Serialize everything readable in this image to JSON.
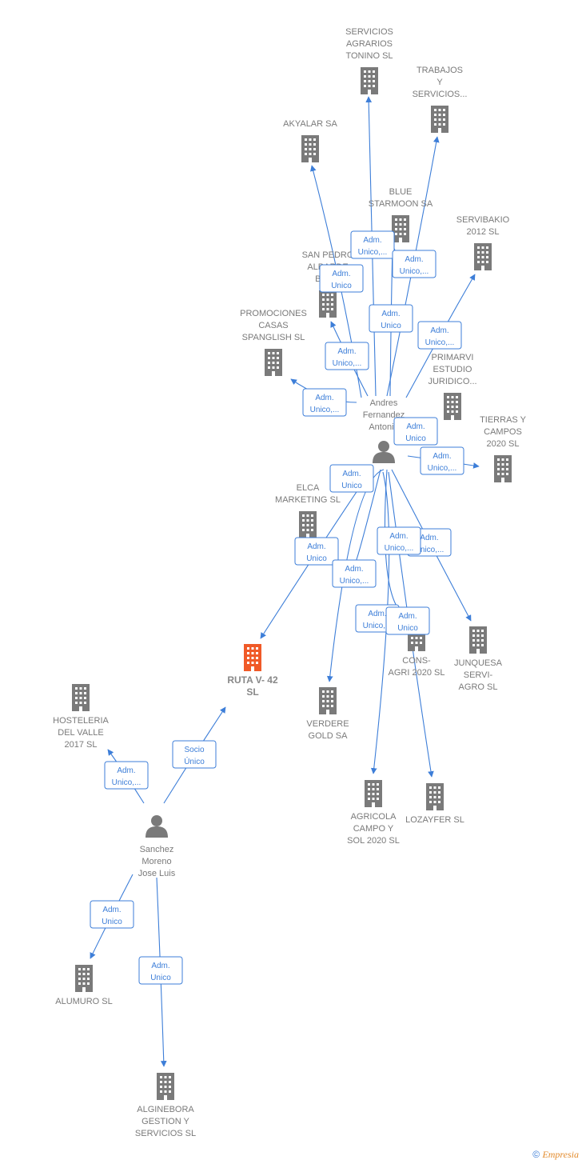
{
  "nodes": [
    {
      "id": "servicios-agrarios",
      "type": "company",
      "label": [
        "SERVICIOS",
        "AGRARIOS",
        "TONINO  SL"
      ]
    },
    {
      "id": "trabajos-servicios",
      "type": "company",
      "label": [
        "TRABAJOS",
        "Y",
        "SERVICIOS..."
      ]
    },
    {
      "id": "akyalar",
      "type": "company",
      "label": [
        "AKYALAR SA"
      ]
    },
    {
      "id": "blue-starmoon",
      "type": "company",
      "label": [
        "BLUE",
        "STARMOON SA"
      ]
    },
    {
      "id": "servibakio",
      "type": "company",
      "label": [
        "SERVIBAKIO",
        "2012 SL"
      ]
    },
    {
      "id": "san-pedro",
      "type": "company",
      "label": [
        "SAN PEDRO",
        "ALBARDE",
        "BAR 2"
      ]
    },
    {
      "id": "promociones-casas",
      "type": "company",
      "label": [
        "PROMOCIONES",
        "CASAS",
        "SPANGLISH SL"
      ]
    },
    {
      "id": "primarvi",
      "type": "company",
      "label": [
        "PRIMARVI",
        "ESTUDIO",
        "JURIDICO..."
      ]
    },
    {
      "id": "andres",
      "type": "person",
      "label": [
        "Andres",
        "Fernandez",
        "Antonio"
      ]
    },
    {
      "id": "tierras-campos",
      "type": "company",
      "label": [
        "TIERRAS Y",
        "CAMPOS",
        "2020  SL"
      ]
    },
    {
      "id": "elca",
      "type": "company",
      "label": [
        "ELCA",
        "MARKETING SL"
      ]
    },
    {
      "id": "ruta",
      "type": "focus",
      "label": [
        "RUTA V- 42",
        "SL"
      ]
    },
    {
      "id": "verdere",
      "type": "company",
      "label": [
        "VERDERE",
        "GOLD SA"
      ]
    },
    {
      "id": "cons-agri",
      "type": "company",
      "label": [
        "CONS-",
        "AGRI 2020  SL"
      ]
    },
    {
      "id": "junquesa",
      "type": "company",
      "label": [
        "JUNQUESA",
        "SERVI-",
        "AGRO  SL"
      ]
    },
    {
      "id": "hosteleria",
      "type": "company",
      "label": [
        "HOSTELERIA",
        "DEL VALLE",
        "2017  SL"
      ]
    },
    {
      "id": "agricola",
      "type": "company",
      "label": [
        "AGRICOLA",
        "CAMPO Y",
        "SOL 2020  SL"
      ]
    },
    {
      "id": "lozayfer",
      "type": "company",
      "label": [
        "LOZAYFER SL"
      ]
    },
    {
      "id": "sanchez",
      "type": "person",
      "label": [
        "Sanchez",
        "Moreno",
        "Jose Luis"
      ]
    },
    {
      "id": "alumuro",
      "type": "company",
      "label": [
        "ALUMURO  SL"
      ]
    },
    {
      "id": "alginebora",
      "type": "company",
      "label": [
        "ALGINEBORA",
        "GESTION Y",
        "SERVICIOS  SL"
      ]
    }
  ],
  "edges": [
    {
      "from": "andres",
      "to": "servicios-agrarios",
      "label": [
        "Adm.",
        "Unico,..."
      ]
    },
    {
      "from": "andres",
      "to": "trabajos-servicios",
      "label": [
        "Adm.",
        "Unico,..."
      ]
    },
    {
      "from": "andres",
      "to": "akyalar",
      "label": [
        "Adm.",
        "Unico"
      ]
    },
    {
      "from": "andres",
      "to": "blue-starmoon",
      "label": [
        "Adm.",
        "Unico"
      ]
    },
    {
      "from": "andres",
      "to": "servibakio",
      "label": [
        "Adm.",
        "Unico,..."
      ]
    },
    {
      "from": "andres",
      "to": "san-pedro",
      "label": [
        "Adm.",
        "Unico,..."
      ]
    },
    {
      "from": "andres",
      "to": "promociones-casas",
      "label": [
        "Adm.",
        "Unico,..."
      ]
    },
    {
      "from": "andres",
      "to": "primarvi",
      "label": [
        "Adm.",
        "Unico"
      ]
    },
    {
      "from": "andres",
      "to": "tierras-campos",
      "label": [
        "Adm.",
        "Unico,..."
      ]
    },
    {
      "from": "andres",
      "to": "ruta",
      "label": [
        "Adm.",
        "Unico"
      ]
    },
    {
      "from": "andres",
      "to": "ruta",
      "label": [
        "Adm.",
        "Unico,..."
      ]
    },
    {
      "from": "andres",
      "to": "verdere",
      "label": [
        "Adm.",
        "Unico"
      ]
    },
    {
      "from": "andres",
      "to": "cons-agri",
      "label": [
        "Adm.",
        "Unico,..."
      ]
    },
    {
      "from": "andres",
      "to": "junquesa",
      "label": [
        "Adm.",
        "Unico,..."
      ]
    },
    {
      "from": "andres",
      "to": "agricola",
      "label": [
        "Adm.",
        "Unico,..."
      ]
    },
    {
      "from": "andres",
      "to": "lozayfer",
      "label": [
        "Adm.",
        "Unico"
      ]
    },
    {
      "from": "sanchez",
      "to": "ruta",
      "label": [
        "Socio",
        "Único"
      ]
    },
    {
      "from": "sanchez",
      "to": "hosteleria",
      "label": [
        "Adm.",
        "Unico,..."
      ]
    },
    {
      "from": "sanchez",
      "to": "alumuro",
      "label": [
        "Adm.",
        "Unico"
      ]
    },
    {
      "from": "sanchez",
      "to": "alginebora",
      "label": [
        "Adm.",
        "Unico"
      ]
    }
  ],
  "colors": {
    "edge": "#3d7ed8",
    "company": "#7a7a7a",
    "focus": "#f05a28",
    "person": "#7a7a7a"
  },
  "footer": {
    "copyright": "©",
    "brand": "Empresia"
  }
}
